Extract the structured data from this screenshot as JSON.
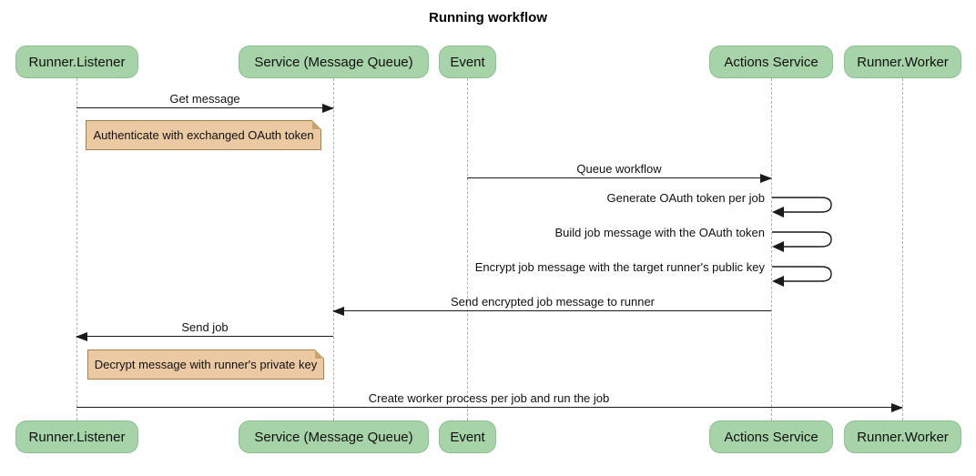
{
  "title": "Running workflow",
  "colors": {
    "actor_fill": "#A6D3A7",
    "actor_border": "#8FBE91",
    "note_fill": "#EBC9A3",
    "note_border": "#A6824E",
    "lifeline": "#b0b0b0",
    "arrow": "#1a1a1a",
    "background": "#ffffff"
  },
  "participants": [
    {
      "label": "Runner.Listener"
    },
    {
      "label": "Service (Message Queue)"
    },
    {
      "label": "Event"
    },
    {
      "label": "Actions Service"
    },
    {
      "label": "Runner.Worker"
    }
  ],
  "messages": [
    {
      "type": "arrow",
      "label": "Get message",
      "from": "Runner.Listener",
      "to": "Service (Message Queue)",
      "direction": "right"
    },
    {
      "type": "note",
      "label": "Authenticate with exchanged OAuth token",
      "over": "Runner.Listener"
    },
    {
      "type": "arrow",
      "label": "Queue workflow",
      "from": "Event",
      "to": "Actions Service",
      "direction": "right"
    },
    {
      "type": "self",
      "label": "Generate OAuth token per job",
      "actor": "Actions Service"
    },
    {
      "type": "self",
      "label": "Build job message with the OAuth token",
      "actor": "Actions Service"
    },
    {
      "type": "self",
      "label": "Encrypt job message with the target runner's public key",
      "actor": "Actions Service"
    },
    {
      "type": "arrow",
      "label": "Send encrypted job message to runner",
      "from": "Actions Service",
      "to": "Service (Message Queue)",
      "direction": "left"
    },
    {
      "type": "arrow",
      "label": "Send job",
      "from": "Service (Message Queue)",
      "to": "Runner.Listener",
      "direction": "left"
    },
    {
      "type": "note",
      "label": "Decrypt message with runner's private key",
      "over": "Runner.Listener"
    },
    {
      "type": "arrow",
      "label": "Create worker process per job and run the job",
      "from": "Runner.Listener",
      "to": "Runner.Worker",
      "direction": "right"
    }
  ]
}
